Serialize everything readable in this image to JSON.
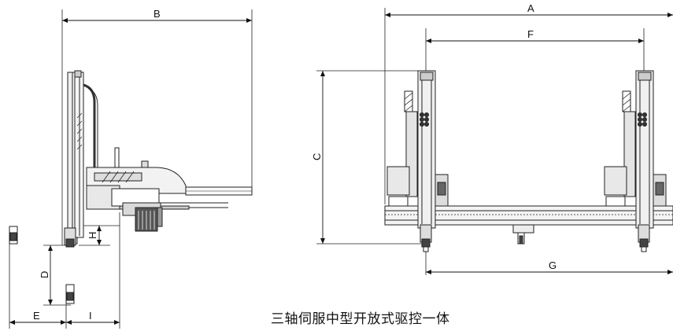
{
  "dimension_labels": {
    "A": "A",
    "B": "B",
    "C": "C",
    "D": "D",
    "E": "E",
    "F": "F",
    "G": "G",
    "H": "H",
    "I": "I"
  },
  "caption": "三轴伺服中型开放式驱控一体"
}
